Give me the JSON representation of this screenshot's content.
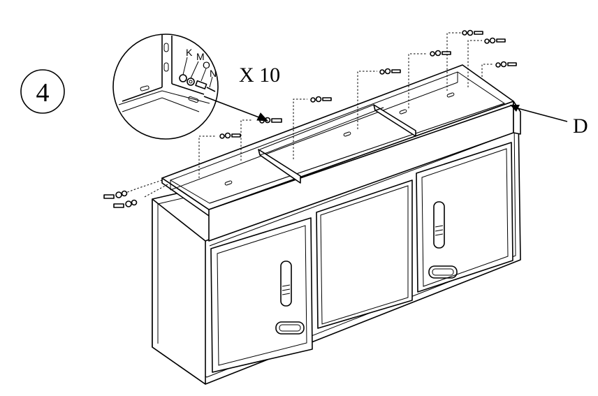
{
  "step": {
    "number": "4"
  },
  "callout": {
    "parts": [
      "K",
      "M",
      "O",
      "N"
    ],
    "quantity": "X 10"
  },
  "panel_label": "D"
}
